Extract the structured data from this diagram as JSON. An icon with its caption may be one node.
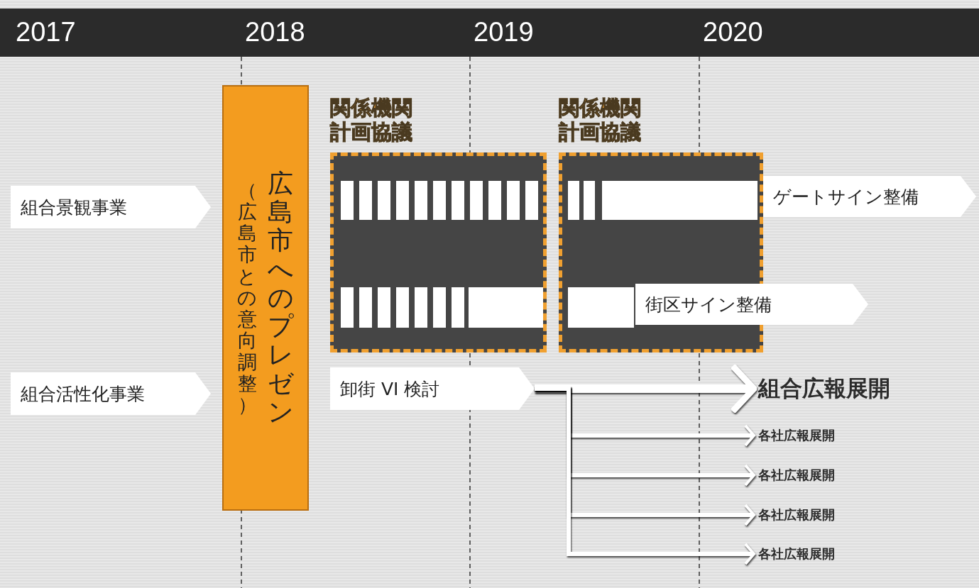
{
  "diagram": {
    "nodes": [
      {
        "text": [
          "組合景観事業"
        ]
      },
      {
        "text": [
          "組合活性化事業"
        ]
      },
      {
        "text": [
          "（広島市との意向調整）",
          "広島市へのプレゼン"
        ]
      },
      {
        "text": [
          "関係機関計画協議"
        ]
      },
      {
        "text": [
          "関係機関計画協議"
        ]
      },
      {
        "text": [
          "ゲートサイン整備"
        ]
      },
      {
        "text": [
          "街区サイン整備"
        ]
      },
      {
        "text": [
          "卸街 VI 検討"
        ]
      },
      {
        "text": [
          "組合広報展開"
        ]
      },
      {
        "text": [
          "各社広報展開"
        ]
      },
      {
        "text": [
          "各社広報展開"
        ]
      },
      {
        "text": [
          "各社広報展開"
        ]
      },
      {
        "text": [
          "各社広報展開"
        ]
      }
    ],
    "edges": [
      {
        "from": 7,
        "to": 8,
        "arrow": "to",
        "style": "thick"
      },
      {
        "from": 7,
        "to": 9,
        "arrow": "to"
      },
      {
        "from": 7,
        "to": 10,
        "arrow": "to"
      },
      {
        "from": 7,
        "to": 11,
        "arrow": "to"
      },
      {
        "from": 7,
        "to": 12,
        "arrow": "to"
      }
    ],
    "labels": [
      "2017",
      "2018",
      "2019",
      "2020"
    ]
  }
}
